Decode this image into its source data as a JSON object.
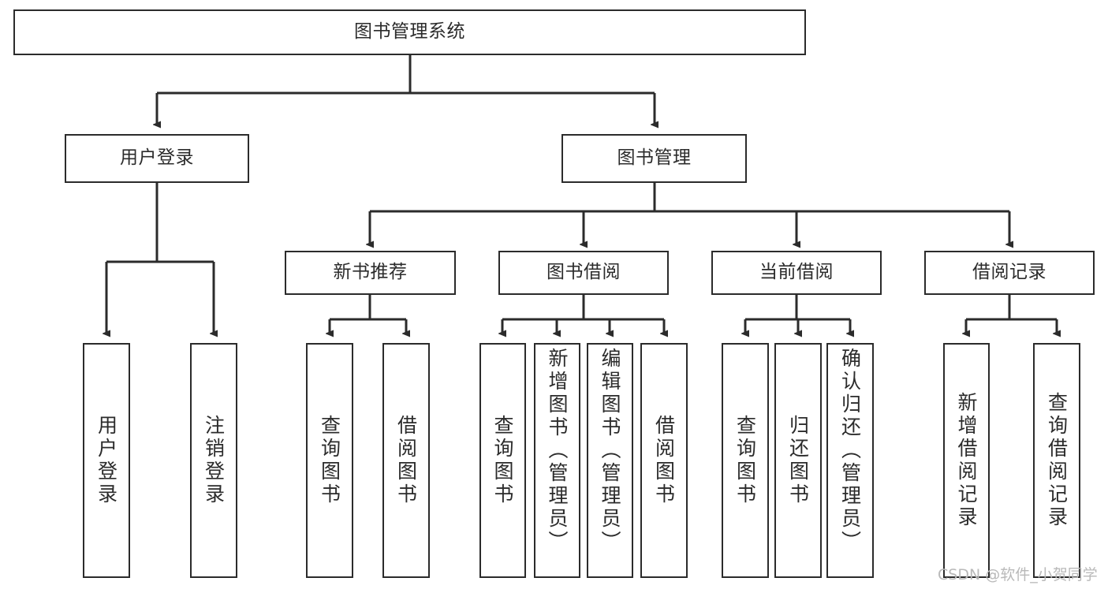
{
  "diagram": {
    "title": "图书管理系统",
    "type": "tree-hierarchy-chart",
    "orientation": "top-down",
    "colors": {
      "box_border": "#2b2b2b",
      "box_fill": "#ffffff",
      "edge": "#2b2b2b",
      "text": "#2b2b2b",
      "watermark": "#b9b9b9",
      "background": "#ffffff"
    }
  },
  "root": {
    "label": "图书管理系统"
  },
  "level2": [
    {
      "label": "用户登录"
    },
    {
      "label": "图书管理"
    }
  ],
  "level3": [
    {
      "label": "新书推荐"
    },
    {
      "label": "图书借阅"
    },
    {
      "label": "当前借阅"
    },
    {
      "label": "借阅记录"
    }
  ],
  "leaves": {
    "user_login": [
      {
        "label": "用户登录"
      },
      {
        "label": "注销登录"
      }
    ],
    "new_book_recommend": [
      {
        "label": "查询图书"
      },
      {
        "label": "借阅图书"
      }
    ],
    "book_borrow": [
      {
        "label": "查询图书"
      },
      {
        "label": "新增图书（管理员）"
      },
      {
        "label": "编辑图书（管理员）"
      },
      {
        "label": "借阅图书"
      }
    ],
    "current_borrow": [
      {
        "label": "查询图书"
      },
      {
        "label": "归还图书"
      },
      {
        "label": "确认归还（管理员）"
      }
    ],
    "borrow_record": [
      {
        "label": "新增借阅记录"
      },
      {
        "label": "查询借阅记录"
      }
    ]
  },
  "watermark": {
    "text": "CSDN @软件_小贺同学"
  }
}
